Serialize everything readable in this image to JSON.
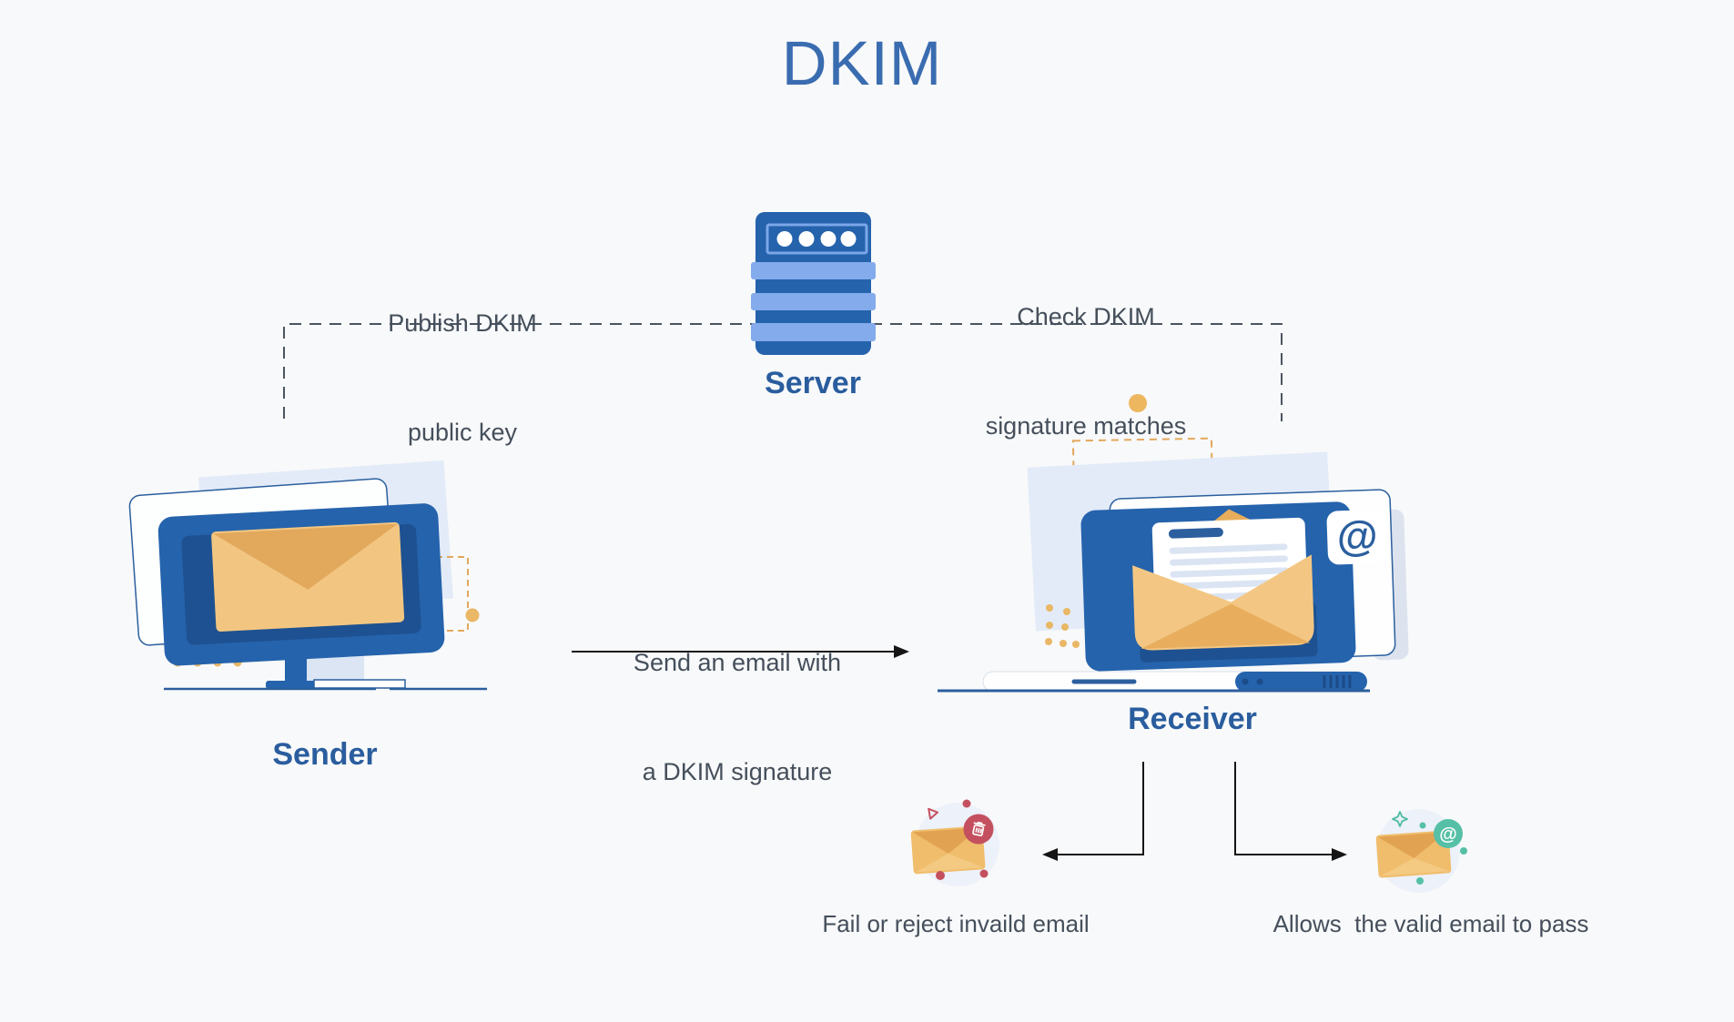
{
  "diagram": {
    "title": "DKIM"
  },
  "nodes": {
    "server": {
      "label": "Server"
    },
    "sender": {
      "label": "Sender"
    },
    "receiver": {
      "label": "Receiver"
    }
  },
  "steps": {
    "publish_key": {
      "line1": "Publish DKIM",
      "line2": "public key"
    },
    "check_signature": {
      "line1": "Check DKIM",
      "line2": "signature matches"
    },
    "send_email": {
      "line1": "Send an email with",
      "line2": "a DKIM signature"
    }
  },
  "outcomes": {
    "fail": {
      "caption": "Fail or reject invaild email"
    },
    "allow": {
      "caption": "Allows  the valid email to pass"
    }
  },
  "icons": {
    "at_symbol": "@"
  },
  "colors": {
    "background": "#f8f9fa",
    "title_blue": "#3a6cb0",
    "label_blue": "#2a5d9e",
    "body_text": "#454f5b",
    "primary_blue": "#2563ac",
    "dark_blue_inner": "#1e5191",
    "light_blue_bar": "#84abec",
    "pale_blue_panel": "#e3ebf8",
    "envelope_orange": "#f0c07a",
    "envelope_flap": "#e1a352",
    "accent_orange_dots": "#e9b765",
    "reject_red": "#c4505f",
    "valid_teal": "#56c0a7",
    "connector_gray": "#4a5560",
    "arrow_black": "#151515"
  }
}
